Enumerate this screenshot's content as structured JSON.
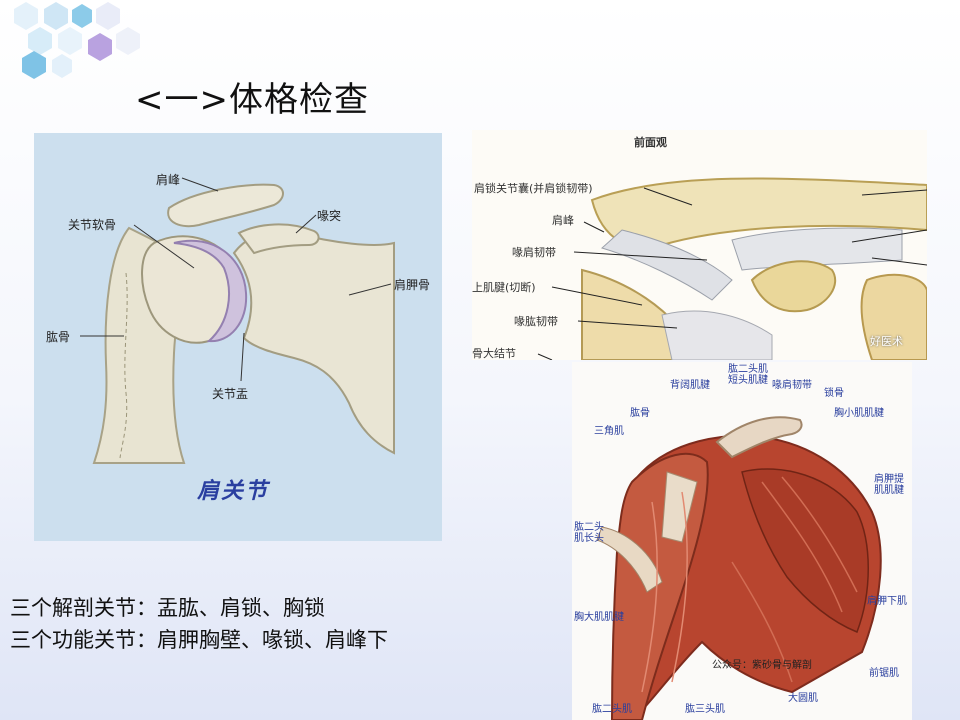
{
  "slide": {
    "title": "<一>体格检查",
    "lines": [
      "三个解剖关节：盂肱、肩锁、胸锁",
      "三个功能关节：肩胛胸壁、喙锁、肩峰下"
    ]
  },
  "shoulder_figure": {
    "labels": {
      "acromion": "肩峰",
      "cartilage": "关节软骨",
      "coracoid": "喙突",
      "scapula": "肩胛骨",
      "humerus": "肱骨",
      "glenoid": "关节盂"
    },
    "caption": "肩关节"
  },
  "ligament_figure": {
    "view_title": "前面观",
    "labels": {
      "capsule": "肩锁关节囊(并肩锁韧带)",
      "acromion": "肩峰",
      "coracoacromial": "喙肩韧带",
      "tendon_cut": "上肌腱(切断)",
      "coracohumeral": "喙肱韧带",
      "greater_tubercle": "骨大结节"
    },
    "watermark": "好医术"
  },
  "muscle_figure": {
    "labels": {
      "biceps_short": "肱二头肌\n短头肌腱",
      "latissimus": "背阔肌腱",
      "coracoacromial": "喙肩韧带",
      "clavicle": "锁骨",
      "humerus": "肱骨",
      "pec_minor": "胸小肌肌腱",
      "deltoid": "三角肌",
      "scap_lift": "肩胛提\n肌肌腱",
      "biceps_long": "肱二头\n肌长头",
      "pec_major": "胸大肌肌腱",
      "subscapularis": "肩胛下肌",
      "public": "公众号：紫砂骨与解剖",
      "serratus": "前锯肌",
      "teres_major": "大圆肌",
      "biceps": "肱二头肌",
      "triceps": "肱三头肌"
    }
  },
  "colors": {
    "hex_blue": "#7fc3e6",
    "hex_purple": "#b9a2e0",
    "caption_blue": "#2a3fa0",
    "muscle_red": "#b8452f"
  }
}
